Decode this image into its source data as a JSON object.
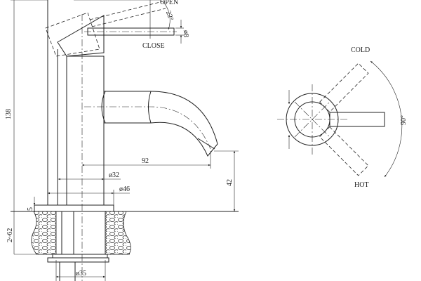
{
  "side_view": {
    "labels": {
      "open": "OPEN",
      "close": "CLOSE",
      "lever_angle": "22°",
      "lever_diameter": "ø8",
      "height": "138",
      "spout_reach": "92",
      "spout_height": "42",
      "body_diameter": "ø32",
      "base_diameter": "ø46",
      "plate_thickness": "5",
      "counter_thickness": "2~62",
      "shank_diameter": "ø35"
    }
  },
  "top_view": {
    "labels": {
      "cold": "COLD",
      "hot": "HOT",
      "rotation_angle": "90°"
    }
  }
}
